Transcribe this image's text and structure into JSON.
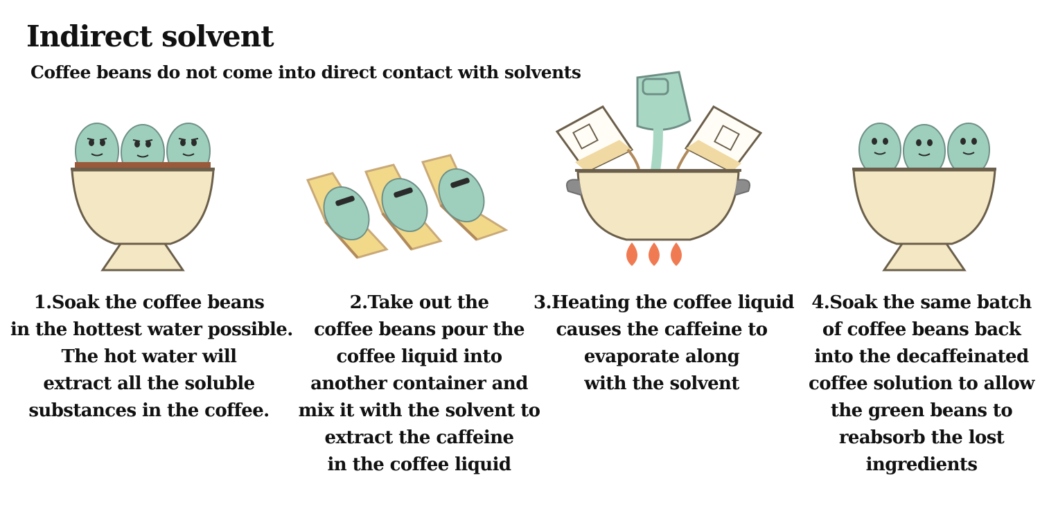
{
  "header": {
    "title": "Indirect solvent",
    "subtitle": "Coffee beans do not come into direct contact with solvents"
  },
  "colors": {
    "bean": "#9ecfbd",
    "bean_outline": "#6f8f86",
    "bowl": "#f3e7c4",
    "bowl_outline": "#6b5f4b",
    "coffee_water": "#9a5a3a",
    "chair": "#f2d98a",
    "chair_frame": "#c9a978",
    "pot_handle": "#8c8c8c",
    "flame": "#f07a52",
    "solvent_liquid": "#f0d9a2",
    "pour_liquid": "#a8d8c4"
  },
  "steps": [
    {
      "icon": "bowl-with-beans-soaking",
      "lines": [
        "1.Soak the coffee beans",
        "in the hottest water possible.",
        "The hot water will",
        "extract all the soluble",
        "substances in the coffee."
      ]
    },
    {
      "icon": "beans-on-deck-chairs",
      "lines": [
        "2.Take out the",
        "coffee beans pour the",
        "coffee liquid into",
        "another container and",
        "mix it with the solvent to",
        "extract the caffeine",
        "in the coffee liquid"
      ]
    },
    {
      "icon": "pot-heating-with-pouring-liquids",
      "lines": [
        "3.Heating the coffee liquid",
        "causes the caffeine to",
        "evaporate along",
        "with the solvent"
      ]
    },
    {
      "icon": "bowl-with-beans-reabsorbing",
      "lines": [
        "4.Soak the same batch",
        "of coffee beans back",
        "into the decaffeinated",
        "coffee solution to allow",
        "the green beans to",
        "reabsorb the lost",
        "ingredients"
      ]
    }
  ]
}
